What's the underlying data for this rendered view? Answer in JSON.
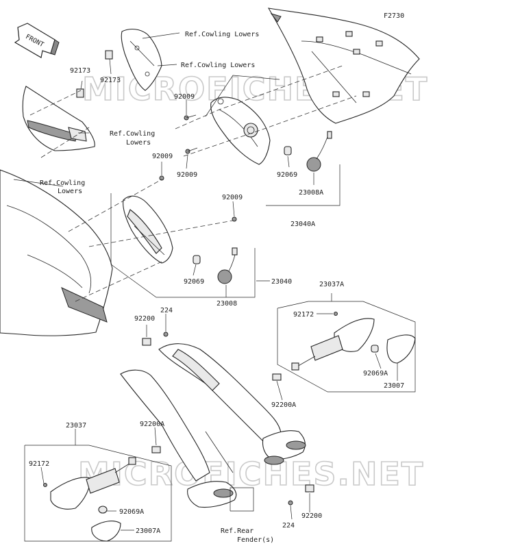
{
  "figure_code": "F2730",
  "front_label": "FRONT",
  "watermark": "MICROFICHES.NET",
  "labels": {
    "ref_cowling_lowers_top": "Ref.Cowling Lowers",
    "ref_cowling_lowers_mid": "Ref.Cowling Lowers",
    "ref_cowling_lowers_left_1": "Ref.Cowling",
    "ref_cowling_lowers_left_2": "Lowers",
    "ref_cowling_lowers_far_1": "Ref.Cowling",
    "ref_cowling_lowers_far_2": "Lowers",
    "ref_rear_fender_1": "Ref.Rear",
    "ref_rear_fender_2": "Fender(s)"
  },
  "parts": {
    "p92173_a": "92173",
    "p92173_b": "92173",
    "p92009_a": "92009",
    "p92009_b": "92009",
    "p92009_c": "92009",
    "p92009_d": "92009",
    "p92069_a": "92069",
    "p23008a": "23008A",
    "p23040a": "23040A",
    "p92069_b": "92069",
    "p23008": "23008",
    "p23040": "23040",
    "p23037a": "23037A",
    "p92172_a": "92172",
    "p92069a_a": "92069A",
    "p23007": "23007",
    "p92200_a": "92200",
    "p224_a": "224",
    "p92200a_a": "92200A",
    "p92200a_b": "92200A",
    "p23037": "23037",
    "p92172_b": "92172",
    "p92069a_b": "92069A",
    "p23007a": "23007A",
    "p224_b": "224",
    "p92200_b": "92200"
  }
}
